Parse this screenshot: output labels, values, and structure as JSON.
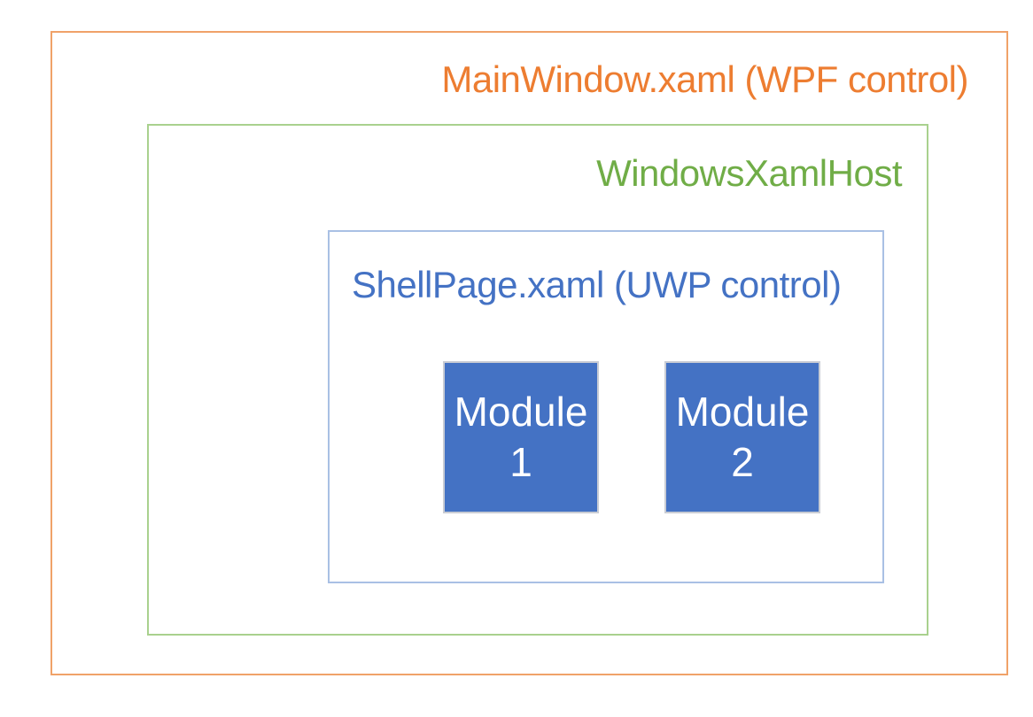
{
  "diagram": {
    "main_window": {
      "label": "MainWindow.xaml (WPF control)",
      "text_color": "#ED7D31",
      "border_color": "#F0A269"
    },
    "xaml_host": {
      "label": "WindowsXamlHost",
      "text_color": "#70AD47",
      "border_color": "#A9D18E"
    },
    "shell_page": {
      "label": "ShellPage.xaml (UWP control)",
      "text_color": "#4472C4",
      "border_color": "#A9C0E4"
    },
    "modules": [
      {
        "line1": "Module",
        "line2": "1"
      },
      {
        "line1": "Module",
        "line2": "2"
      }
    ],
    "module_fill_color": "#4472C4",
    "module_border_color": "#C9CCD4",
    "module_text_color": "#FFFFFF",
    "background_color": "#FFFFFF"
  }
}
